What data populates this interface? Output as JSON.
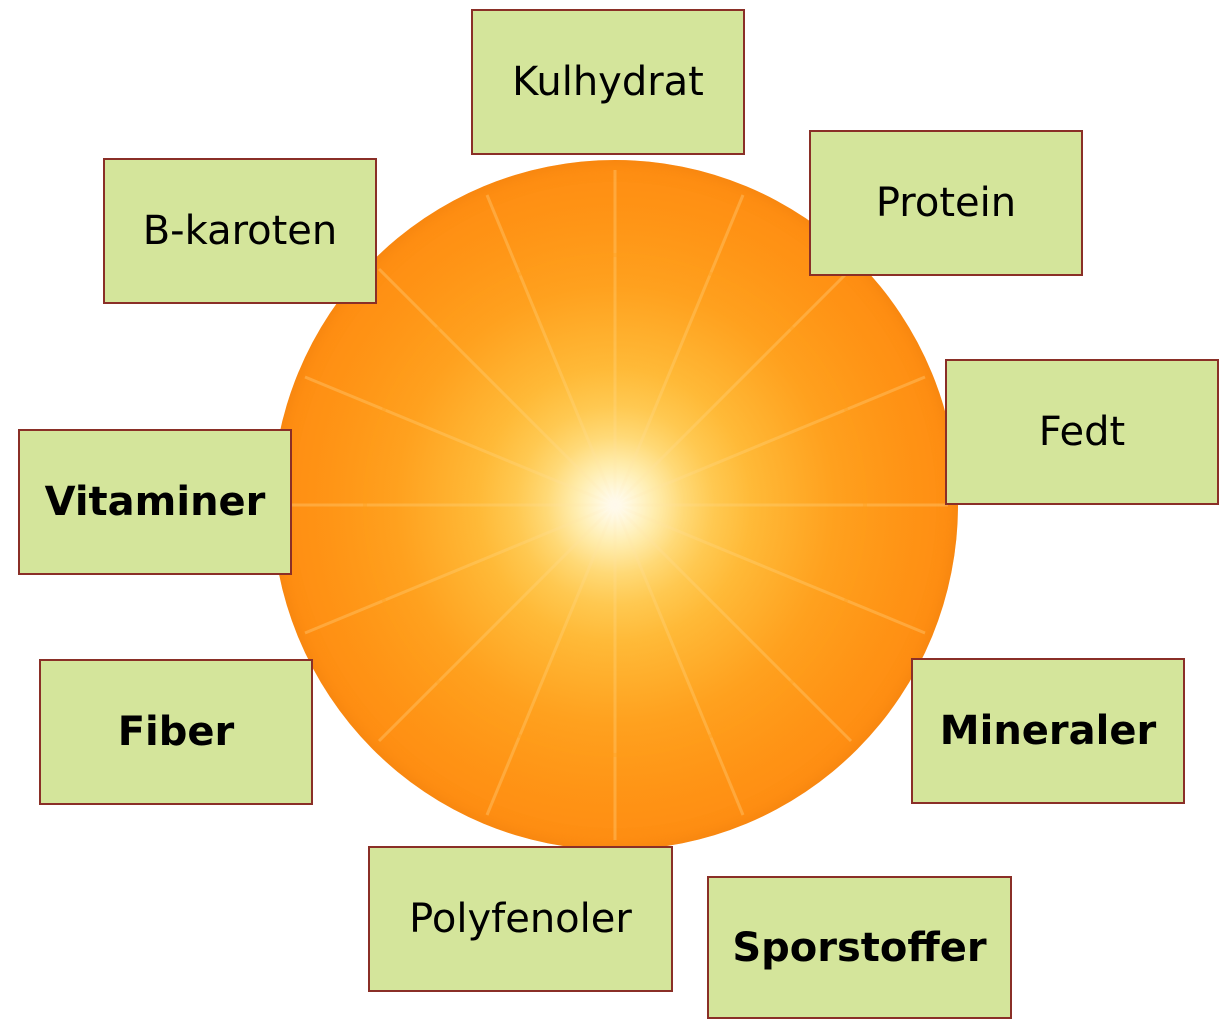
{
  "diagram": {
    "center": {
      "icon": "carrot-slice-icon",
      "colors": {
        "core": "#fff6d8",
        "mid": "#ffb62e",
        "outer": "#ff8a12"
      }
    },
    "labels": {
      "kulhydrat": "Kulhydrat",
      "protein": "Protein",
      "fedt": "Fedt",
      "mineraler": "Mineraler",
      "sporstoffer": "Sporstoffer",
      "polyfenoler": "Polyfenoler",
      "fiber": "Fiber",
      "vitaminer": "Vitaminer",
      "b_karoten": "B-karoten"
    },
    "colors": {
      "box_fill": "#d4e59b",
      "box_border": "#8a2f27"
    }
  }
}
